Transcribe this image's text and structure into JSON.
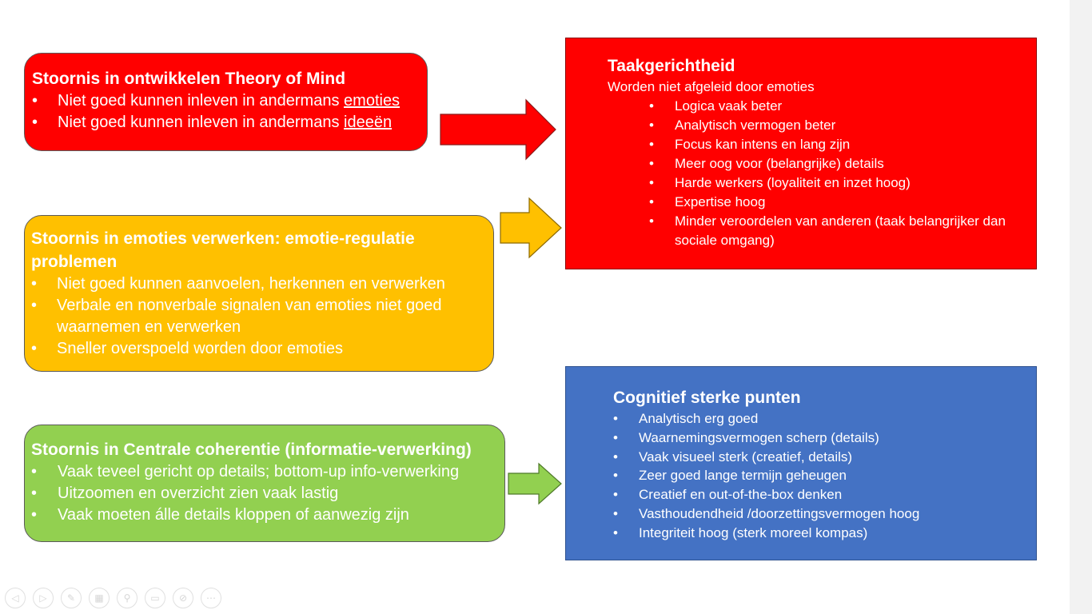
{
  "boxes": {
    "theory_of_mind": {
      "title": "Stoornis in ontwikkelen Theory of Mind",
      "items": [
        {
          "prefix": "Niet goed kunnen inleven in andermans ",
          "underlined": "emoties"
        },
        {
          "prefix": "Niet goed kunnen inleven in andermans ",
          "underlined": "ideeën"
        }
      ]
    },
    "emotions": {
      "title": "Stoornis in emoties verwerken: emotie-regulatie problemen",
      "items": [
        "Niet goed kunnen aanvoelen, herkennen en verwerken",
        "Verbale en nonverbale signalen van emoties niet goed waarnemen en verwerken",
        "Sneller overspoeld worden door emoties"
      ]
    },
    "central_coherence": {
      "title": "Stoornis in Centrale coherentie (informatie-verwerking)",
      "items": [
        "Vaak teveel gericht op details; bottom-up info-verwerking",
        "Uitzoomen en overzicht zien vaak lastig",
        "Vaak moeten álle details kloppen of aanwezig zijn"
      ]
    },
    "task_orientation": {
      "title": "Taakgerichtheid",
      "subtitle": "Worden niet afgeleid door emoties",
      "items": [
        "Logica vaak beter",
        "Analytisch vermogen beter",
        "Focus kan intens en lang zijn",
        "Meer oog voor (belangrijke) details",
        "Harde werkers (loyaliteit en inzet hoog)",
        "Expertise hoog",
        "Minder veroordelen van anderen (taak belangrijker dan sociale omgang)"
      ]
    },
    "cognitive_strengths": {
      "title": "Cognitief sterke punten",
      "items": [
        "Analytisch erg goed",
        "Waarnemingsvermogen scherp (details)",
        "Vaak visueel sterk (creatief, details)",
        "Zeer goed lange termijn geheugen",
        "Creatief en out-of-the-box denken",
        "Vasthoudendheid /doorzettingsvermogen hoog",
        "Integriteit hoog (sterk moreel kompas)"
      ]
    }
  },
  "bullet": "•",
  "colors": {
    "red": "#ff0000",
    "amber": "#ffc000",
    "green": "#92d050",
    "blue": "#4472c4",
    "text": "#ffffff"
  },
  "toolbar_icons": [
    "previous-icon",
    "next-icon",
    "pen-icon",
    "slides-icon",
    "zoom-icon",
    "subtitles-icon",
    "camera-off-icon",
    "more-icon"
  ]
}
